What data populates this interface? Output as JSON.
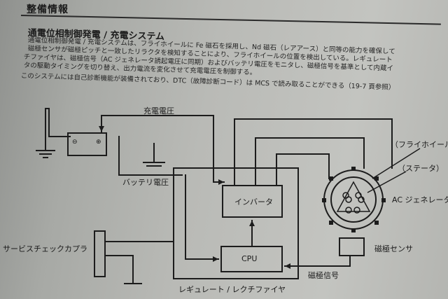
{
  "header": {
    "section": "整備情報"
  },
  "title": "通電位相制御発電 / 充電システム",
  "paragraphs": [
    "通電位相制御発電 / 充電システムは、フライホイールに Fe 磁石を採用し、Nd 磁石（レアアース）と同等の能力を確保して",
    "磁極センサが磁極ピッチと一致したリラクタを検知することにより、フライホイールの位置を検出している。レギュレート",
    "チファイヤは、磁極信号（AC ジェネレータ誘起電圧に同期）およびバッテリ電圧をモニタし、磁極信号を基準として内蔵イ",
    "タの駆動タイミングを切り替え、出力電流を変化させて充電電圧を制御する。",
    "このシステムには自己診断機能が装備されており、DTC（故障診断コード）は MCS で読み取ることができる（19-7 頁参照）"
  ],
  "diagram": {
    "labels": {
      "charge_voltage": "充電電圧",
      "battery_voltage": "バッテリ電圧",
      "inverter": "インバータ",
      "cpu": "CPU",
      "service_coupler": "サービスチェックカプラ",
      "regulator": "レギュレート / レクチファイヤ",
      "pole_signal": "磁極信号",
      "pole_sensor": "磁極センサ",
      "flywheel": "（フライホイール）",
      "stator": "（ステータ）",
      "ac_generator": "AC ジェネレータ",
      "battery_minus": "⊖",
      "battery_plus": "⊕"
    }
  }
}
